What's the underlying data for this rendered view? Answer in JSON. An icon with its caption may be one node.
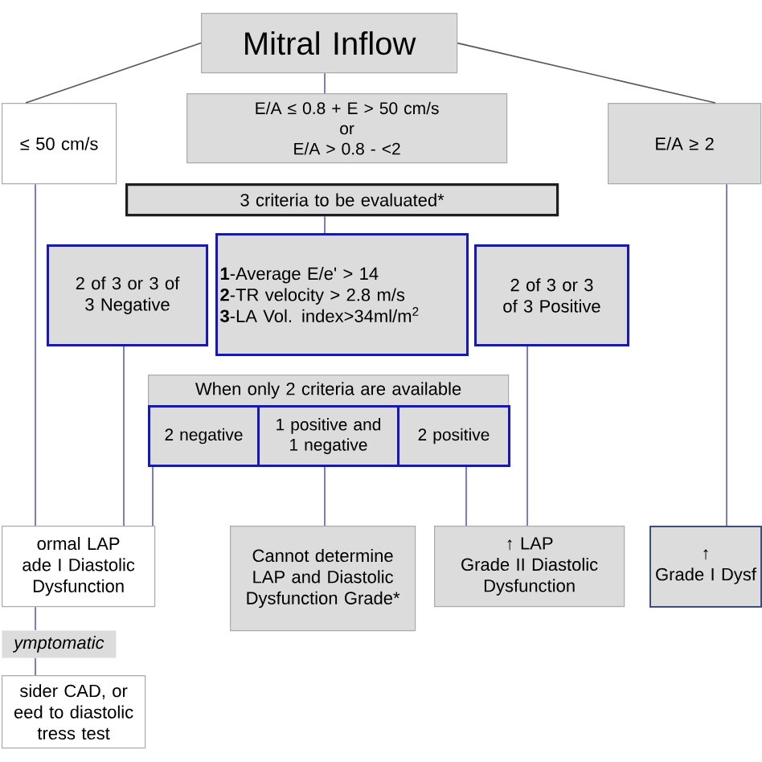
{
  "diagram": {
    "nodes": [
      {
        "text": [
          "Mitral Inflow"
        ]
      },
      {
        "text": [
          "≤ 50 cm/s"
        ]
      },
      {
        "text": [
          "E/A ≤ 0.8 + E > 50 cm/s",
          "or",
          "E/A > 0.8 - <2"
        ]
      },
      {
        "text": [
          "E/A ≥ 2"
        ]
      },
      {
        "text": [
          "3 criteria to be evaluated*"
        ]
      },
      {
        "text": [
          "2 of 3 or 3 of 3 Negative"
        ]
      },
      {
        "text": [
          "**1**-Average E/e' > 14",
          "**2**-TR velocity > 2.8 m/s",
          "**3**-LA Vol. index>34ml/m$^{2}$"
        ]
      },
      {
        "text": [
          "2 of 3 or 3 of 3 Positive"
        ]
      },
      {
        "text": [
          "When only 2 criteria are available"
        ]
      },
      {
        "text": [
          "2 negative"
        ]
      },
      {
        "text": [
          "1 positive and 1 negative"
        ]
      },
      {
        "text": [
          "2 positive"
        ]
      },
      {
        "text": [
          "ormal LAP ade I Diastolic Dysfunction"
        ]
      },
      {
        "text": [
          "Cannot determine LAP and Diastolic Dysfunction Grade*"
        ]
      },
      {
        "text": [
          "↑ LAP",
          "Grade II Diastolic Dysfunction"
        ]
      },
      {
        "text": [
          "↑",
          "Grade I Dysf"
        ]
      },
      {
        "text": [
          "ymptomatic"
        ]
      },
      {
        "text": [
          "sider CAD, or eed to diastolic tress test"
        ]
      }
    ],
    "edges": [
      {
        "from": 0,
        "to": 1,
        "arrow": "none",
        "color": "#555555"
      },
      {
        "from": 0,
        "to": 2,
        "arrow": "none"
      },
      {
        "from": 0,
        "to": 3,
        "arrow": "none",
        "color": "#555555"
      },
      {
        "from": 4,
        "to": 6,
        "arrow": "none"
      },
      {
        "from": 1,
        "to": 12,
        "arrow": "none"
      },
      {
        "from": 5,
        "to": 12,
        "arrow": "none"
      },
      {
        "from": 9,
        "to": 12,
        "arrow": "none"
      },
      {
        "from": 10,
        "to": 13,
        "arrow": "none"
      },
      {
        "from": 11,
        "to": 14,
        "arrow": "none"
      },
      {
        "from": 7,
        "to": 14,
        "arrow": "none"
      },
      {
        "from": 3,
        "to": 15,
        "arrow": "none"
      },
      {
        "from": 12,
        "to": 16,
        "arrow": "none"
      },
      {
        "from": 16,
        "to": 17,
        "arrow": "none"
      }
    ]
  }
}
